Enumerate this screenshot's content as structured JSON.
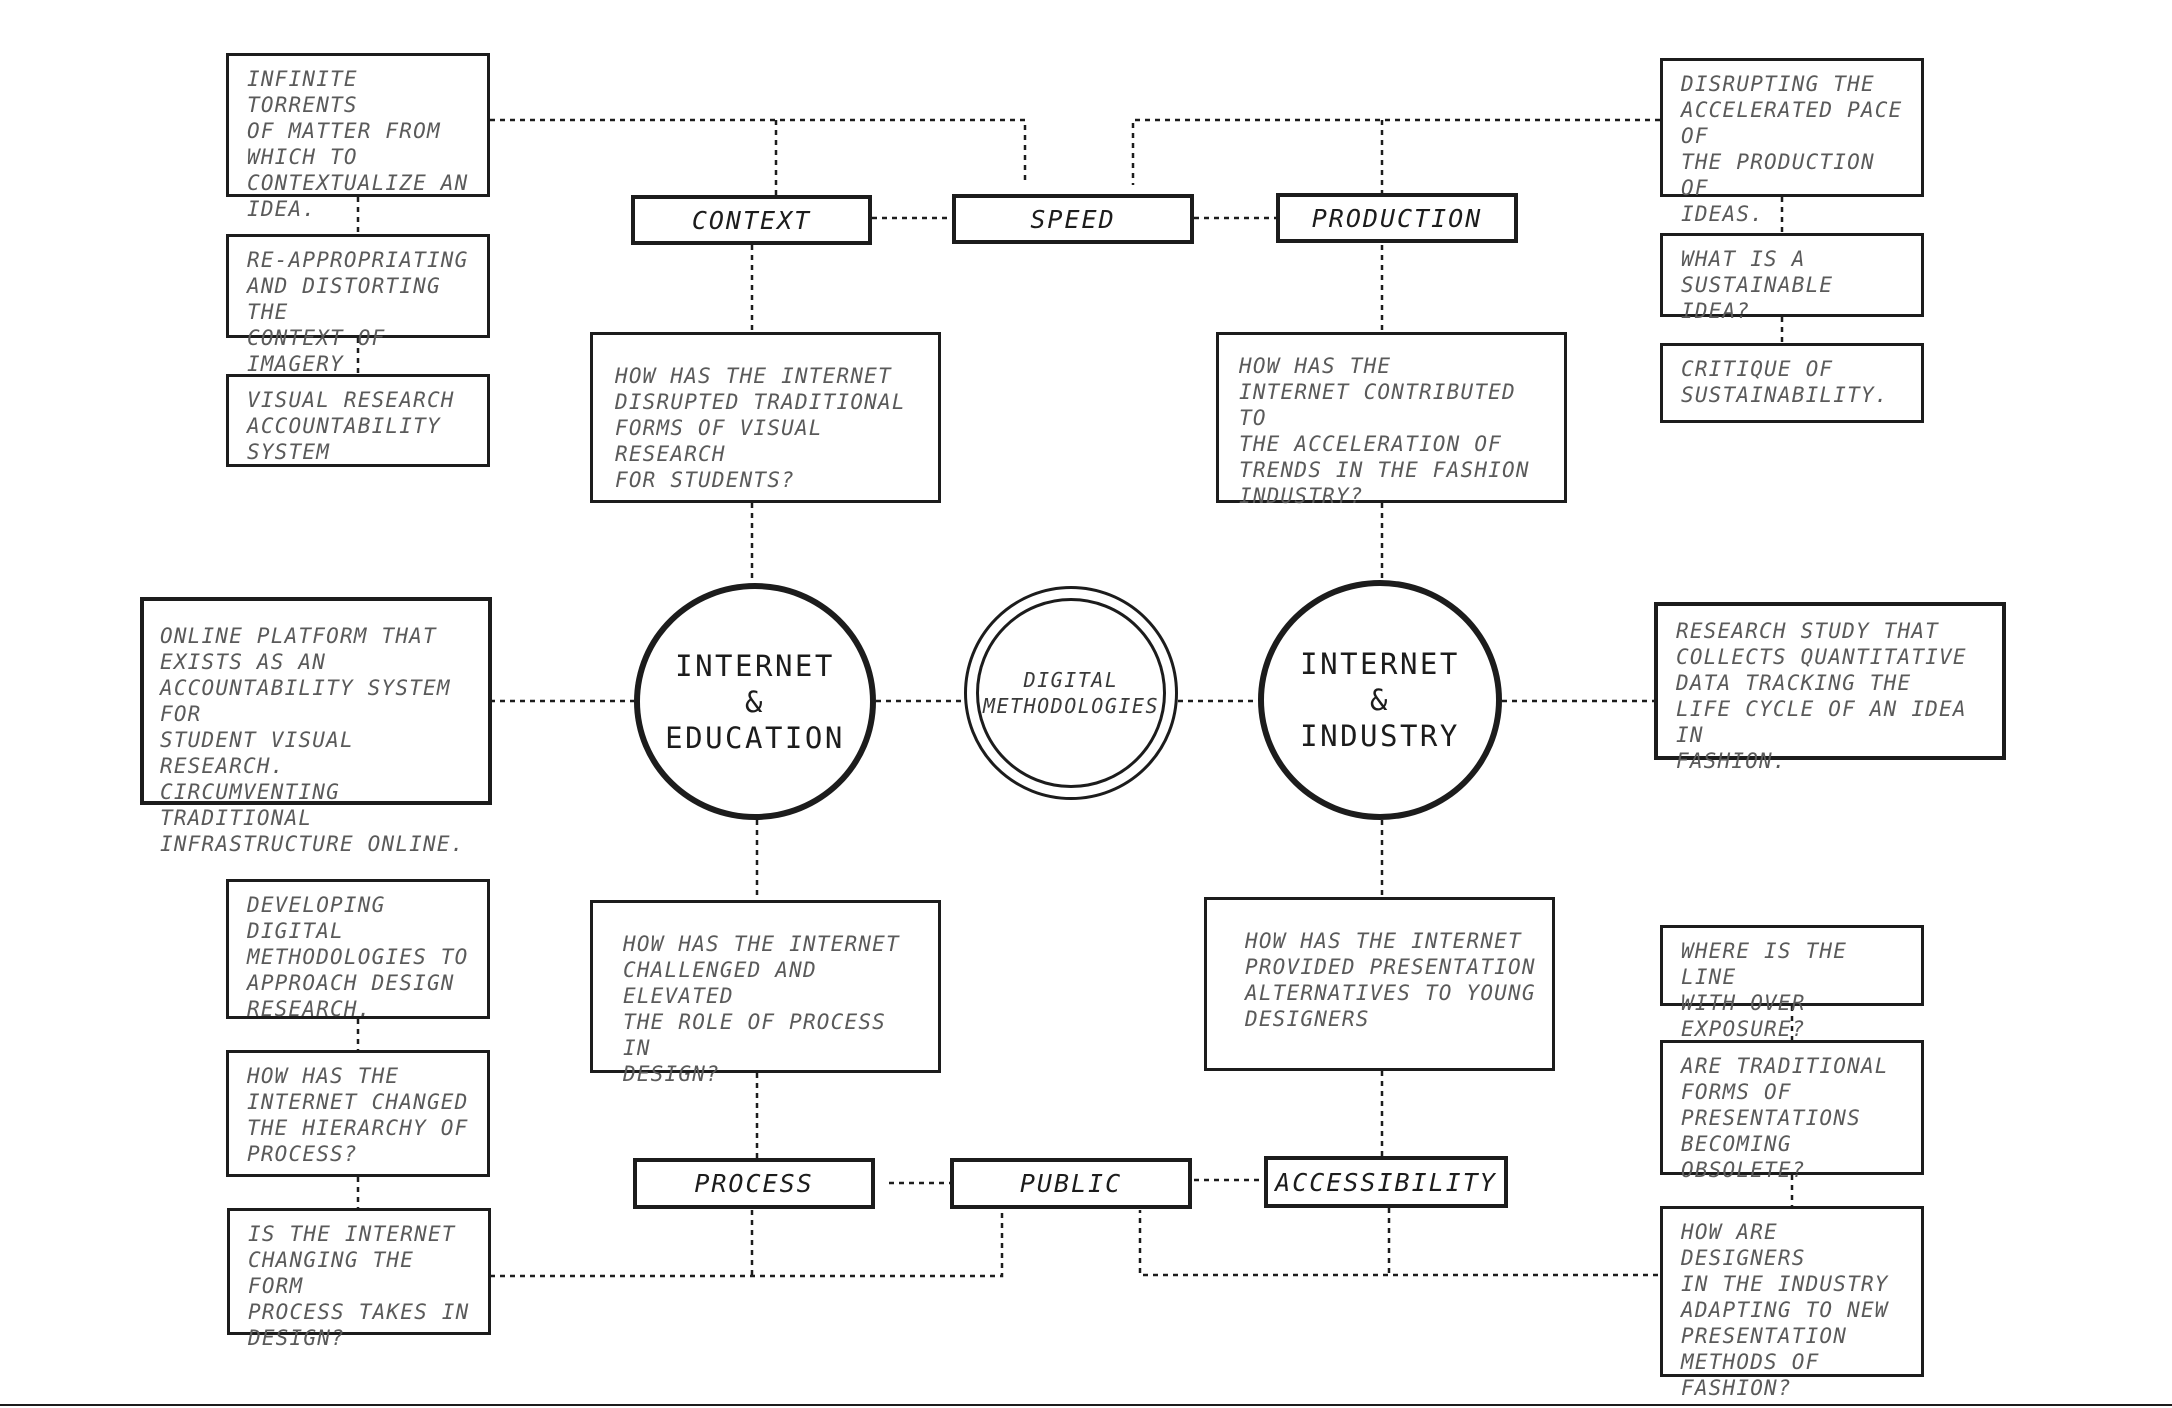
{
  "labels": {
    "context": "CONTEXT",
    "speed": "SPEED",
    "production": "PRODUCTION",
    "process": "PROCESS",
    "public": "PUBLIC",
    "accessibility": "ACCESSIBILITY"
  },
  "hubs": {
    "education": "INTERNET\n&\nEDUCATION",
    "industry": "INTERNET\n&\nINDUSTRY",
    "center": "DIGITAL\nMETHODOLOGIES"
  },
  "questions": {
    "visual_research": "HOW HAS THE INTERNET\nDISRUPTED TRADITIONAL\nFORMS OF VISUAL RESEARCH\nFOR STUDENTS?",
    "acceleration": "HOW HAS THE\nINTERNET CONTRIBUTED TO\nTHE ACCELERATION OF\nTRENDS IN THE FASHION\nINDUSTRY?",
    "process_role": "HOW HAS THE INTERNET\nCHALLENGED AND ELEVATED\nTHE ROLE OF PROCESS IN\nDESIGN?",
    "presentation": "HOW HAS THE INTERNET\nPROVIDED PRESENTATION\nALTERNATIVES TO YOUNG\nDESIGNERS"
  },
  "notes": {
    "torrents": "INFINITE TORRENTS\nOF MATTER FROM\nWHICH TO\nCONTEXTUALIZE AN\nIDEA.",
    "reappropriating": "RE-APPROPRIATING\nAND DISTORTING THE\nCONTEXT OF IMAGERY",
    "visual_accountability": "VISUAL RESEARCH\nACCOUNTABILITY\nSYSTEM",
    "online_platform": "ONLINE PLATFORM THAT\nEXISTS AS AN\nACCOUNTABILITY SYSTEM FOR\nSTUDENT VISUAL RESEARCH.\nCIRCUMVENTING TRADITIONAL\nINFRASTRUCTURE ONLINE.",
    "developing": "DEVELOPING DIGITAL\nMETHODOLOGIES TO\nAPPROACH DESIGN\nRESEARCH.",
    "hierarchy": "HOW HAS THE\nINTERNET CHANGED\nTHE HIERARCHY OF\nPROCESS?",
    "changing_form": "IS THE INTERNET\nCHANGING THE FORM\nPROCESS TAKES IN\nDESIGN?",
    "disrupting_pace": "DISRUPTING THE\nACCELERATED PACE OF\nTHE PRODUCTION OF\nIDEAS.",
    "sustainable": "WHAT IS A\nSUSTAINABLE IDEA?",
    "critique": "CRITIQUE OF\nSUSTAINABILITY.",
    "research_study": "RESEARCH STUDY THAT\nCOLLECTS QUANTITATIVE\nDATA TRACKING THE\nLIFE CYCLE OF AN IDEA IN\nFASHION.",
    "over_exposure": "WHERE IS THE LINE\nWITH OVER EXPOSURE?",
    "obsolete": "ARE TRADITIONAL\nFORMS OF\nPRESENTATIONS\nBECOMING OBSOLETE?",
    "adapting": "HOW ARE DESIGNERS\nIN THE INDUSTRY\nADAPTING TO NEW\nPRESENTATION\nMETHODS OF FASHION?"
  },
  "colors": {
    "ink": "#1c1c1c",
    "text": "#5a5a5a",
    "background": "#ffffff"
  }
}
